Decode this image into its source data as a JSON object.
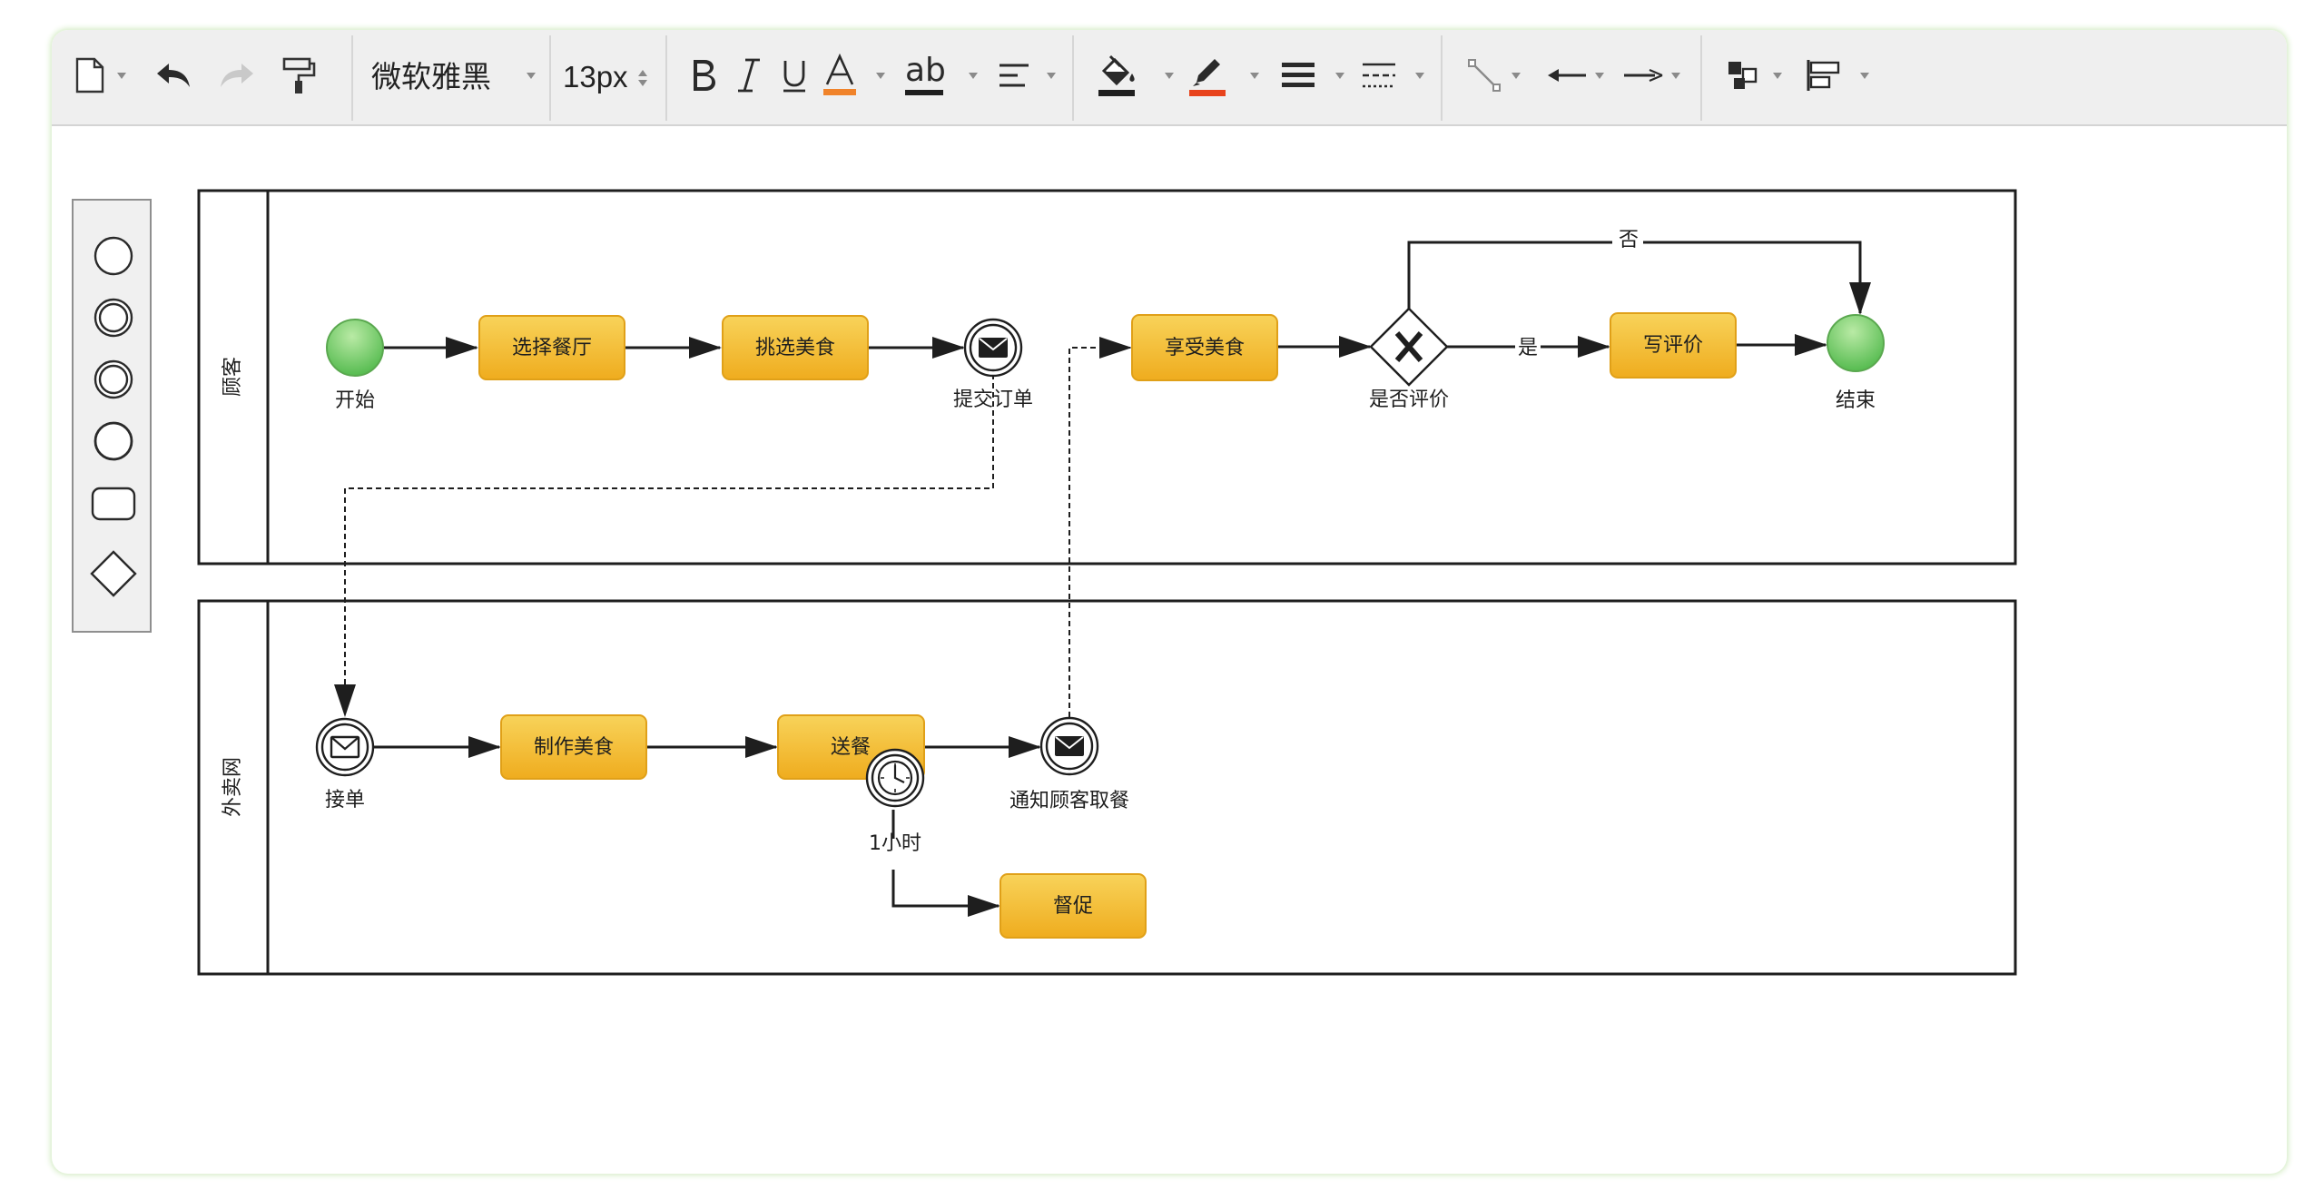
{
  "toolbar": {
    "font_name": "微软雅黑",
    "font_size": "13px",
    "font_color_hex": "#f0832a",
    "line_color_hex": "#e8431c"
  },
  "palette": {
    "items": [
      "start-event",
      "intermediate-event",
      "intermediate-event-alt",
      "end-event",
      "task",
      "gateway"
    ]
  },
  "diagram": {
    "lane_customer": "顾客",
    "lane_delivery": "外卖网",
    "nodes": {
      "start_label": "开始",
      "select_restaurant": "选择餐厅",
      "pick_food": "挑选美食",
      "submit_order": "提交订单",
      "enjoy_food": "享受美食",
      "gateway_label": "是否评价",
      "write_review": "写评价",
      "end_label": "结束",
      "receive_order": "接单",
      "make_food": "制作美食",
      "deliver": "送餐",
      "notify_customer": "通知顾客取餐",
      "timer_label": "1小时",
      "urge": "督促"
    },
    "edges": {
      "yes": "是",
      "no": "否"
    }
  }
}
